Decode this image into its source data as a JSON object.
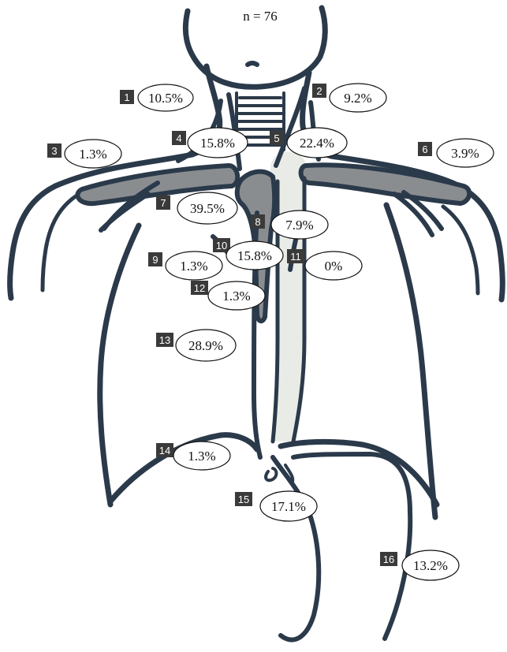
{
  "header": {
    "sample_size": "n = 76"
  },
  "colors": {
    "outline": "#2b3a4a",
    "vessel_fill": "#8a8d90",
    "aorta_fill": "#e9ebe6",
    "marker_fill": "#3a3a3a"
  },
  "sites": [
    {
      "number": "1",
      "percent": "10.5%"
    },
    {
      "number": "2",
      "percent": "9.2%"
    },
    {
      "number": "3",
      "percent": "1.3%"
    },
    {
      "number": "4",
      "percent": "15.8%"
    },
    {
      "number": "5",
      "percent": "22.4%"
    },
    {
      "number": "6",
      "percent": "3.9%"
    },
    {
      "number": "7",
      "percent": "39.5%"
    },
    {
      "number": "8",
      "percent": "7.9%"
    },
    {
      "number": "9",
      "percent": "1.3%"
    },
    {
      "number": "10",
      "percent": "15.8%"
    },
    {
      "number": "11",
      "percent": "0%"
    },
    {
      "number": "12",
      "percent": "1.3%"
    },
    {
      "number": "13",
      "percent": "28.9%"
    },
    {
      "number": "14",
      "percent": "1.3%"
    },
    {
      "number": "15",
      "percent": "17.1%"
    },
    {
      "number": "16",
      "percent": "13.2%"
    }
  ]
}
